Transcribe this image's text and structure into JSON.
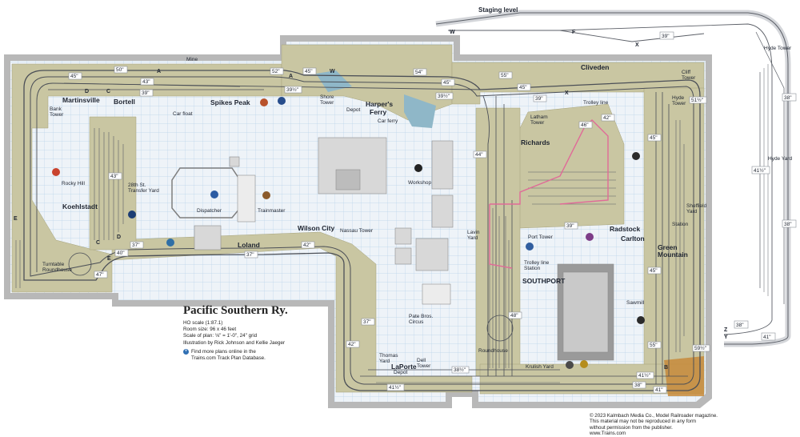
{
  "layout": {
    "title": "Pacific Southern Ry.",
    "specs": [
      "HO scale (1:87.1)",
      "Room size: 96 x 46 feet",
      "Scale of plan: ⅛\" = 1'-0\", 24\" grid",
      "Illustration by Rick Johnson and Kellie Jaeger"
    ],
    "more_plans": [
      "Find more plans online in the",
      "Trains.com Track Plan Database."
    ],
    "copyright": [
      "© 2023 Kalmbach Media Co., Model Railroader magazine.",
      "This material may not be reproduced in any form",
      "without permission from the publisher.",
      "www.Trains.com"
    ]
  },
  "staging": {
    "title": "Staging level",
    "letters": {
      "w": "W",
      "f": "F",
      "x": "X",
      "z": "Z",
      "y": "Y"
    },
    "grades": {
      "g39": "39\"",
      "g38a": "38\"",
      "g41half": "41½\"",
      "g38b": "38\"",
      "g38c": "38\"",
      "g41": "41\""
    },
    "labels": {
      "hyde_tower": "Hyde Tower",
      "hyde_yard": "Hyde Yard"
    }
  },
  "places": {
    "martinsville": "Martinsville",
    "bortell": "Bortell",
    "spikes_peak": "Spikes Peak",
    "harpers_ferry": "Harper's Ferry",
    "cliveden": "Cliveden",
    "richards": "Richards",
    "radstock": "Radstock",
    "carlton": "Carlton",
    "green_mountain": "Green Mountain",
    "koehlstadt": "Koehlstadt",
    "loland": "Loland",
    "wilson_city": "Wilson City",
    "southport": "SOUTHPORT",
    "laporte": "LaPorte"
  },
  "labels": {
    "mine": "Mine",
    "bank_tower": "Bank Tower",
    "shore_tower": "Shore Tower",
    "depot": "Depot",
    "car_ferry": "Car ferry",
    "car_float": "Car float",
    "trolley_line": "Trolley line",
    "latham_tower": "Latham Tower",
    "cliff_tower": "Cliff Tower",
    "hyde_tower": "Hyde Tower",
    "rocky_hill": "Rocky Hill",
    "transfer_yard": "28th St. Transfer Yard",
    "dispatcher": "Dispatcher",
    "trainmaster": "Trainmaster",
    "workshop": "Workshop",
    "nassau_tower": "Nassau Tower",
    "sheffield_yard": "Sheffield Yard",
    "station": "Station",
    "port_tower": "Port Tower",
    "lavin_yard": "Lavin Yard",
    "trolley_line_station": "Trolley line Station",
    "turntable_roundhouse": "Turntable Roundhouse",
    "sawmill": "Sawmill",
    "roundhouse": "Roundhouse",
    "circus": "Pate Bros. Circus",
    "thomas_yard": "Thomas Yard",
    "laporte_depot": "Depot",
    "dell_tower": "Dell Tower",
    "krulish_yard": "Krulish Yard"
  },
  "letters": {
    "d1": "D",
    "c1": "C",
    "a1": "A",
    "a2": "A",
    "w1": "W",
    "x1": "X",
    "e1": "E",
    "d2": "D",
    "c2": "C",
    "e2": "E",
    "b1": "B"
  },
  "grades": {
    "g45a": "45\"",
    "g50": "50\"",
    "g43": "43\"",
    "g39a": "39\"",
    "g52": "52\"",
    "g45b": "45\"",
    "g39half_a": "39½\"",
    "g54": "54\"",
    "g39half_b": "39½\"",
    "g55": "55\"",
    "g45c": "45\"",
    "g45d": "45\"",
    "g39b": "39\"",
    "g51half": "51½\"",
    "g46": "46\"",
    "g42a": "42\"",
    "g44": "44\"",
    "g45e": "45\"",
    "g43b": "43\"",
    "g39c": "39\"",
    "g37a": "37\"",
    "g40": "40\"",
    "g37b": "37\"",
    "g42b": "42\"",
    "g47": "47\"",
    "g45f": "45\"",
    "g48": "48\"",
    "g37c": "37\"",
    "g42c": "42\"",
    "g38half": "38½\"",
    "g41half": "41½\"",
    "g41half_b": "41½\"",
    "g38": "38\"",
    "g41": "41\"",
    "g55b": "55\"",
    "g59half": "59½\""
  },
  "colors": {
    "room": "#eef3f8",
    "grid": "#b9d3ea",
    "scenery": "#c9c6a2",
    "track": "#4b4f57",
    "wall": "#b8b8b8",
    "trolley": "#e06a98"
  }
}
